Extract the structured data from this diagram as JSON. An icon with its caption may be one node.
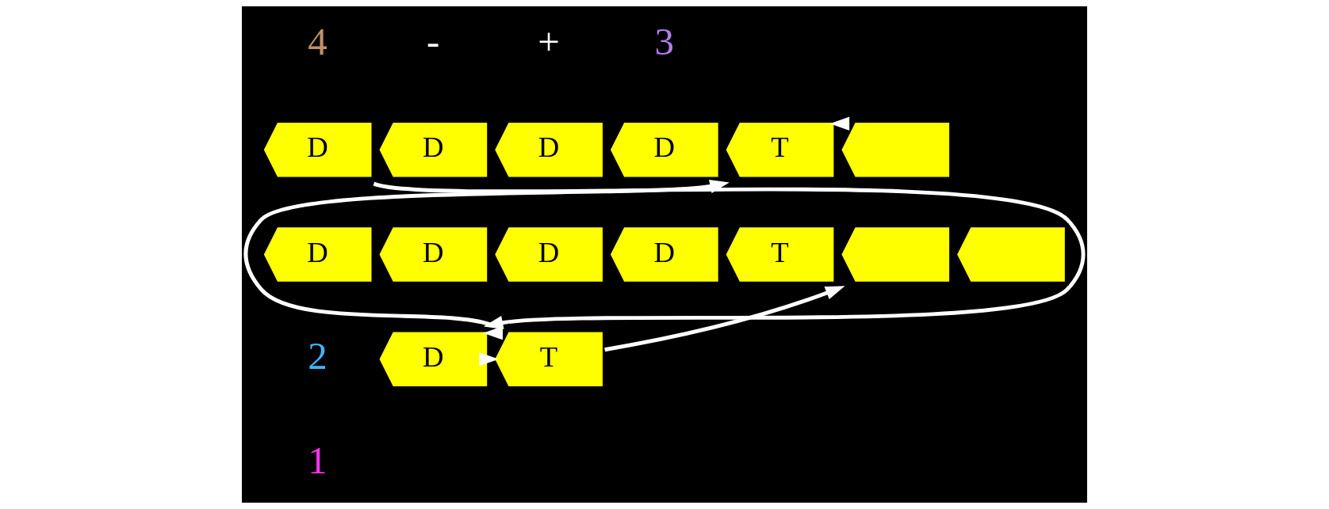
{
  "diagram": {
    "nodes": [
      {
        "text": [
          "D"
        ]
      },
      {
        "text": [
          "D"
        ]
      },
      {
        "text": [
          "D"
        ]
      },
      {
        "text": [
          "D"
        ]
      },
      {
        "text": [
          "T"
        ]
      },
      {
        "text": [
          "D"
        ]
      },
      {
        "text": [
          "D"
        ]
      },
      {
        "text": [
          "D"
        ]
      },
      {
        "text": [
          "D"
        ]
      },
      {
        "text": [
          "T"
        ]
      },
      {
        "text": [],
        "shape": "chevron"
      },
      {
        "text": [],
        "shape": "chevron"
      },
      {
        "text": [],
        "shape": "chevron"
      },
      {
        "text": [
          "D"
        ]
      },
      {
        "text": [
          "T"
        ]
      }
    ],
    "edges": [
      {
        "from": 13,
        "to": 14,
        "arrow": "to"
      },
      {
        "from": 14,
        "to": 13,
        "arrow": "to"
      },
      {
        "from": 14,
        "to": 4,
        "arrow": "to"
      },
      {
        "from": 14,
        "to": 11,
        "arrow": "to"
      },
      {
        "from": 10,
        "to": 4,
        "arrow": "to"
      },
      {
        "from": 0,
        "to": 13,
        "arrow": "to"
      }
    ],
    "labels": [
      "-",
      "+",
      "3",
      "4",
      "2",
      "1"
    ]
  }
}
